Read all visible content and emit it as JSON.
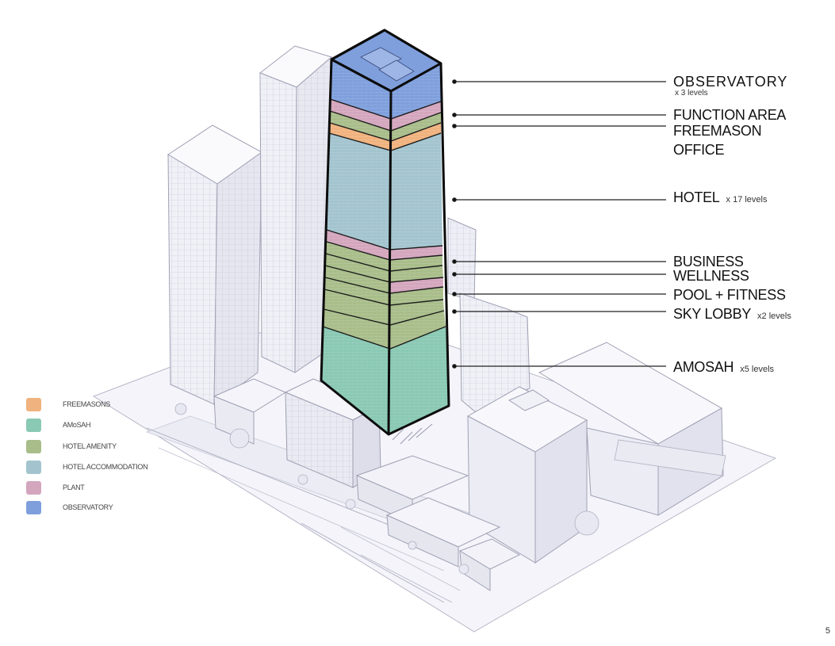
{
  "colors": {
    "freemasons": "#f0b27e",
    "amosah": "#8ac9b4",
    "hotel_amenity": "#a9bd8a",
    "hotel_accommodation": "#a3c4cf",
    "plant": "#d4a6bd",
    "observatory": "#7f9fdc",
    "context_fill": "#f1f1f8",
    "context_stroke": "#a6a6b8"
  },
  "callouts": [
    {
      "key": "observatory",
      "label": "OBSERVATORY",
      "sub": "x 3 levels"
    },
    {
      "key": "function_area",
      "label": "FUNCTION AREA",
      "sub": ""
    },
    {
      "key": "freemason_office",
      "label": "FREEMASON",
      "label2": "OFFICE",
      "sub": ""
    },
    {
      "key": "hotel",
      "label": "HOTEL",
      "sub": "x 17 levels"
    },
    {
      "key": "business",
      "label": "BUSINESS",
      "sub": ""
    },
    {
      "key": "wellness",
      "label": "WELLNESS",
      "sub": ""
    },
    {
      "key": "pool_fitness",
      "label": "POOL + FITNESS",
      "sub": ""
    },
    {
      "key": "sky_lobby",
      "label": "SKY LOBBY",
      "sub": "x2 levels"
    },
    {
      "key": "amosah",
      "label": "AMOSAH",
      "sub": "x5 levels"
    }
  ],
  "legend": [
    {
      "label": "FREEMASONS",
      "color_key": "freemasons"
    },
    {
      "label": "AMoSAH",
      "color_key": "amosah"
    },
    {
      "label": "HOTEL AMENITY",
      "color_key": "hotel_amenity"
    },
    {
      "label": "HOTEL ACCOMMODATION",
      "color_key": "hotel_accommodation"
    },
    {
      "label": "PLANT",
      "color_key": "plant"
    },
    {
      "label": "OBSERVATORY",
      "color_key": "observatory"
    }
  ],
  "page_number": "5"
}
